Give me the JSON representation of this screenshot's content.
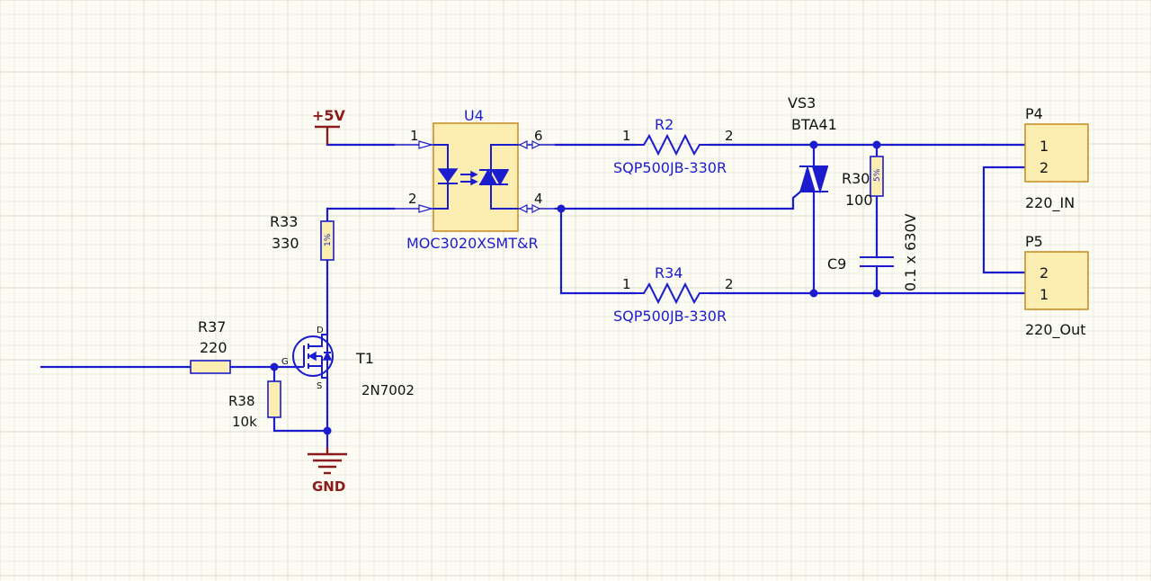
{
  "power": {
    "vcc": "+5V",
    "gnd": "GND"
  },
  "u4": {
    "ref": "U4",
    "part": "MOC3020XSMT&R",
    "pins": {
      "p1": "1",
      "p2": "2",
      "p6": "6",
      "p4": "4"
    }
  },
  "r2": {
    "ref": "R2",
    "value": "SQP500JB-330R",
    "pin1": "1",
    "pin2": "2"
  },
  "r34": {
    "ref": "R34",
    "value": "SQP500JB-330R",
    "pin1": "1",
    "pin2": "2"
  },
  "vs3": {
    "ref": "VS3",
    "value": "BTA41"
  },
  "r30": {
    "ref": "R30",
    "value": "100",
    "tol": "5%"
  },
  "c9": {
    "ref": "C9",
    "value": "0.1 x 630V"
  },
  "p4": {
    "ref": "P4",
    "name": "220_IN",
    "pins": [
      "1",
      "2"
    ]
  },
  "p5": {
    "ref": "P5",
    "name": "220_Out",
    "pins": [
      "2",
      "1"
    ]
  },
  "r33": {
    "ref": "R33",
    "value": "330",
    "tol": "1%"
  },
  "r37": {
    "ref": "R37",
    "value": "220"
  },
  "r38": {
    "ref": "R38",
    "value": "10k"
  },
  "t1": {
    "ref": "T1",
    "part": "2N7002",
    "d": "D",
    "g": "G",
    "s": "S"
  }
}
